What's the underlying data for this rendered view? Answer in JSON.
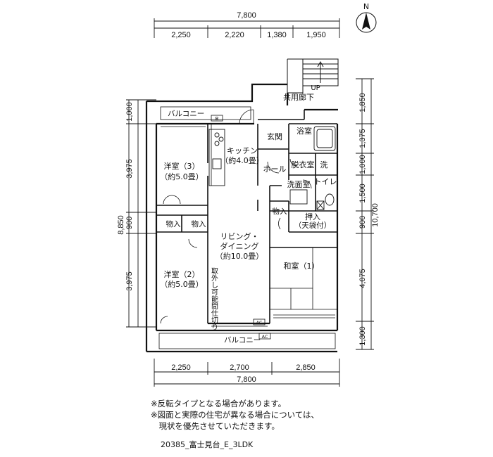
{
  "top_dims": {
    "total": "7,800",
    "segs": [
      "2,250",
      "2,220",
      "1,380",
      "1,950"
    ]
  },
  "bottom_dims": {
    "total": "7,800",
    "segs": [
      "2,250",
      "2,700",
      "2,850"
    ]
  },
  "left_dims": {
    "total": "8,850",
    "segs": [
      "1,000",
      "3,975",
      "900",
      "3,975"
    ]
  },
  "right_dims": {
    "total": "10,700",
    "segs": [
      "1,850",
      "1,375",
      "1,000",
      "1,500",
      "900",
      "4,075",
      "1,300"
    ]
  },
  "north": "N",
  "stairs": {
    "up": "UP"
  },
  "rooms": {
    "corridor": "共用廊下",
    "balcony_top": "バルコニー",
    "balcony_top_b": "B",
    "balcony_bottom": "バルコニー",
    "ac1": "AC",
    "ac2": "AC",
    "western3": "洋室（3）",
    "western3_size": "（約5.0畳）",
    "kitchen": "キッチン",
    "kitchen_size": "（約4.0畳）",
    "entrance": "玄関",
    "hall": "ホール",
    "bath": "浴室",
    "dressing": "脱衣室",
    "wash_machine": "洗",
    "washroom": "洗面室",
    "toilet": "トイレ",
    "storage1": "物入",
    "storage2": "物入",
    "storage3": "物入",
    "oshiire": "押入",
    "oshiire_note": "（天袋付）",
    "living": "リビング・",
    "living2": "ダイニング",
    "living_size": "（約10.0畳）",
    "partition": "取外し可能間仕切り",
    "western2": "洋室（2）",
    "western2_size": "（約5.0畳）",
    "japanese": "和室（1）"
  },
  "notes": [
    "※反転タイプとなる場合があります。",
    "※図面と実際の住宅が異なる場合については、",
    "　現状を優先させていただきます。"
  ],
  "code": "20385_富士見台_E_3LDK"
}
